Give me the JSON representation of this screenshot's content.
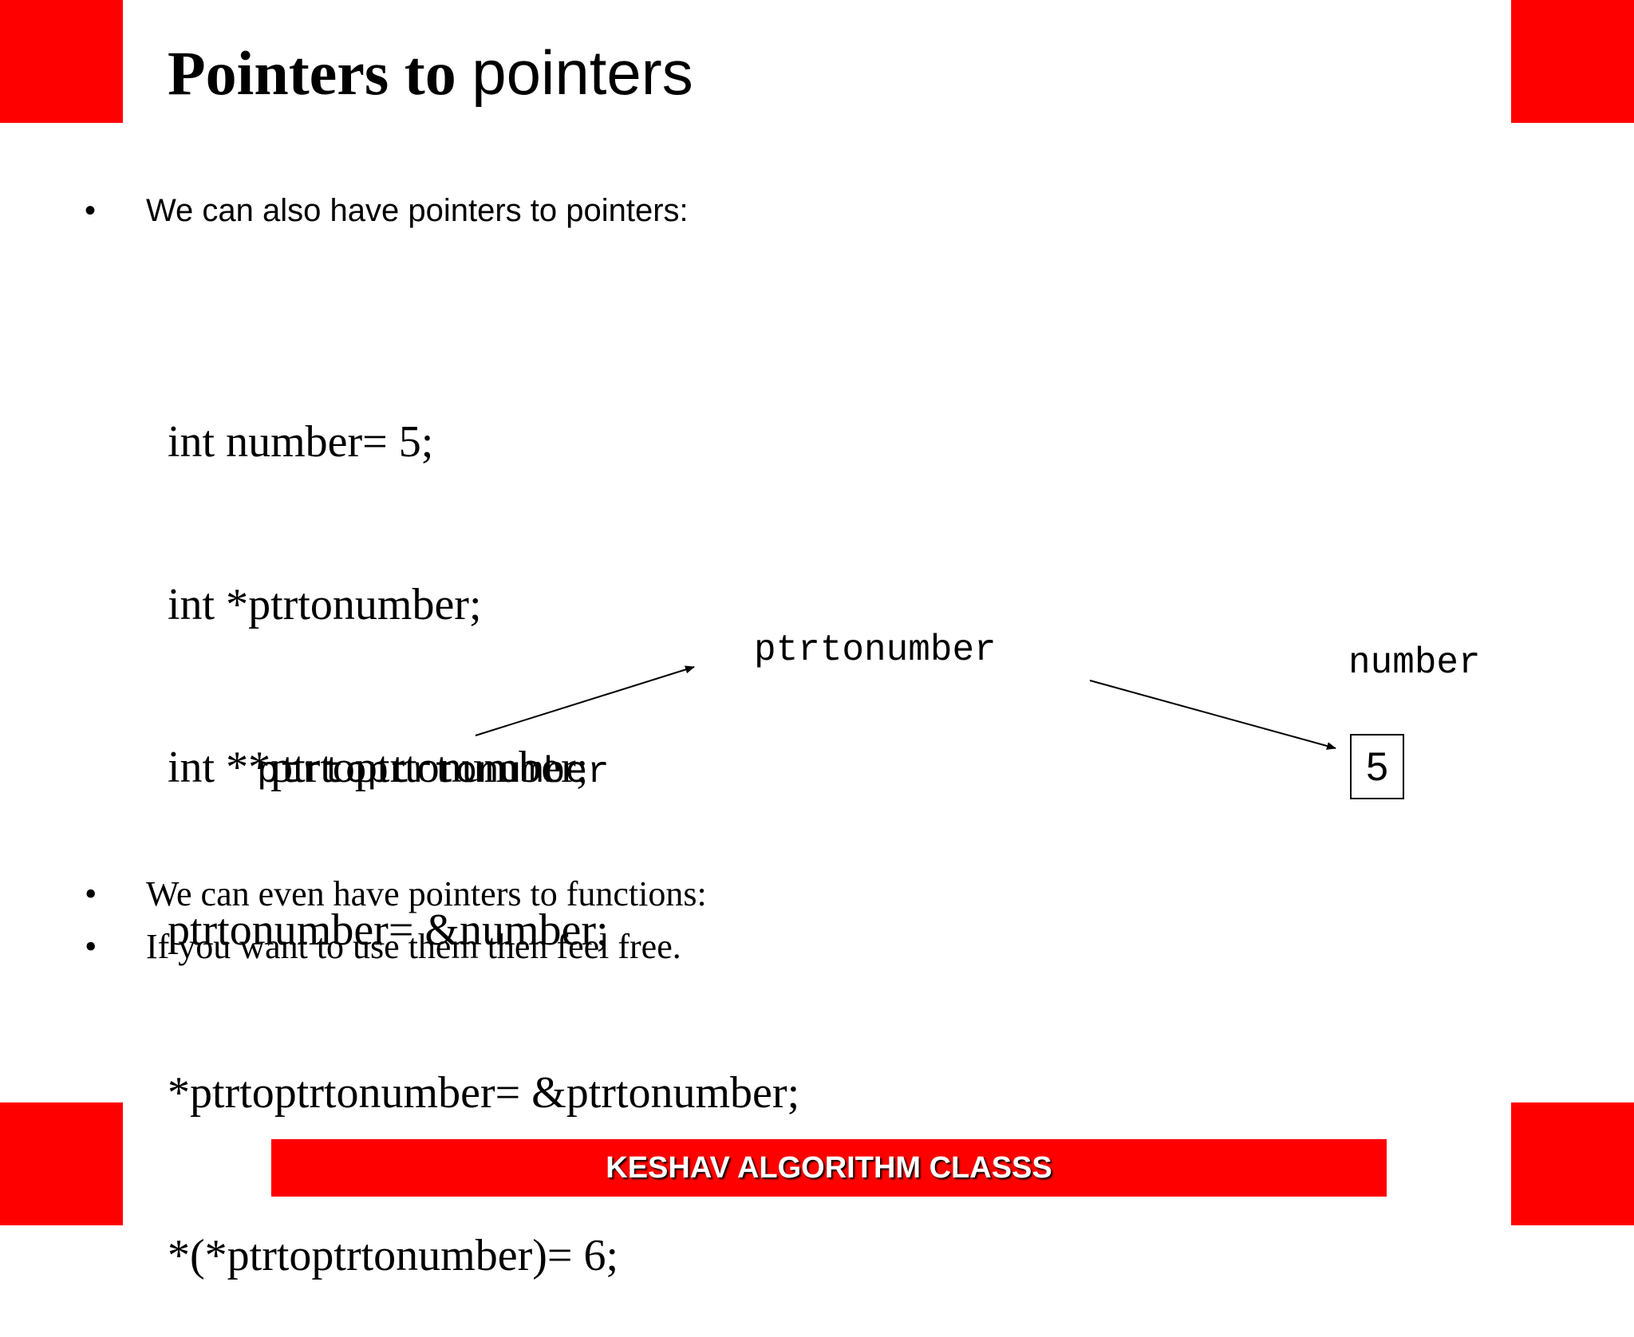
{
  "slide": {
    "title_bold": "Pointers to",
    "title_rest": "pointers",
    "intro_bullet": "We can also have pointers to pointers:",
    "bullet_glyph": "•",
    "code_lines": [
      "int number= 5;",
      "int *ptrtonumber;",
      "int **ptrtoptrtonumber;",
      "ptrtonumber= &number;",
      "*ptrtoptrtonumber= &ptrtonumber;",
      "*(*ptrtoptrtonumber)= 6;"
    ],
    "diagram": {
      "label_ptrtonumber": "ptrtonumber",
      "label_number": "number",
      "label_ptrtoptrtonumber": "ptrtoptrtonumber",
      "box_value": "5"
    },
    "bullets_after": [
      "We can even have pointers to functions:",
      "If you want to use them then feel free."
    ],
    "footer": "KESHAV ALGORITHM CLASSS"
  },
  "colors": {
    "accent_red": "#ff0000",
    "text": "#000000",
    "background": "#ffffff",
    "footer_text": "#ffffff"
  }
}
